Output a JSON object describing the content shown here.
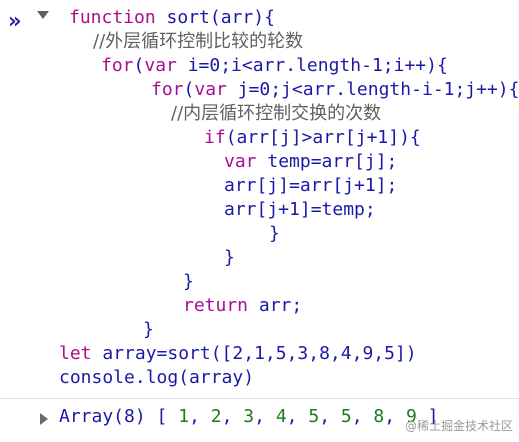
{
  "prompt": {
    "icon": "chevrons-right-icon",
    "dropdown_icon": "caret-down-icon"
  },
  "code_lines": [
    {
      "indent": 1,
      "segments": [
        {
          "t": "kw",
          "v": "function"
        },
        {
          "t": "id",
          "v": " sort(arr){"
        }
      ]
    },
    {
      "indent": 2,
      "segments": [
        {
          "t": "cm",
          "v": "//外层循环控制比较的轮数"
        }
      ]
    },
    {
      "indent": 3,
      "segments": [
        {
          "t": "kw",
          "v": "for"
        },
        {
          "t": "id",
          "v": "("
        },
        {
          "t": "kw",
          "v": "var"
        },
        {
          "t": "id",
          "v": " i=0;i<arr.length-1;i++){"
        }
      ]
    },
    {
      "indent": 4,
      "segments": [
        {
          "t": "kw",
          "v": "for"
        },
        {
          "t": "id",
          "v": "("
        },
        {
          "t": "kw",
          "v": "var"
        },
        {
          "t": "id",
          "v": " j=0;j<arr.length-i-1;j++){"
        }
      ]
    },
    {
      "indent": 5,
      "segments": [
        {
          "t": "cm",
          "v": "//内层循环控制交换的次数"
        }
      ]
    },
    {
      "indent": 6,
      "segments": [
        {
          "t": "kw",
          "v": "if"
        },
        {
          "t": "id",
          "v": "(arr[j]>arr[j+1]){"
        }
      ]
    },
    {
      "indent": 7,
      "segments": [
        {
          "t": "kw",
          "v": "var"
        },
        {
          "t": "id",
          "v": " temp=arr[j];"
        }
      ]
    },
    {
      "indent": 7,
      "segments": [
        {
          "t": "id",
          "v": "arr[j]=arr[j+1];"
        }
      ]
    },
    {
      "indent": 7,
      "segments": [
        {
          "t": "id",
          "v": "arr[j+1]=temp;"
        }
      ]
    },
    {
      "indent": 8,
      "segments": [
        {
          "t": "id",
          "v": "}"
        }
      ]
    },
    {
      "indent": 9,
      "segments": [
        {
          "t": "id",
          "v": "}"
        }
      ]
    },
    {
      "indent": 10,
      "segments": [
        {
          "t": "id",
          "v": "}"
        }
      ]
    },
    {
      "indent": 11,
      "segments": [
        {
          "t": "kw",
          "v": "return"
        },
        {
          "t": "id",
          "v": " arr;"
        }
      ]
    },
    {
      "indent": 12,
      "segments": [
        {
          "t": "id",
          "v": "}"
        }
      ]
    },
    {
      "indent": 0,
      "segments": [
        {
          "t": "kw",
          "v": "let"
        },
        {
          "t": "id",
          "v": " array=sort([2,1,5,3,8,4,9,5])"
        }
      ]
    },
    {
      "indent": 0,
      "segments": [
        {
          "t": "id",
          "v": "console.log(array)"
        }
      ]
    }
  ],
  "result": {
    "expand_icon": "caret-right-icon",
    "prefix": "Array(8) [ ",
    "values": [
      "1",
      "2",
      "3",
      "4",
      "5",
      "5",
      "8",
      "9"
    ],
    "suffix": " ]"
  },
  "watermark": "@稀土掘金技术社区"
}
